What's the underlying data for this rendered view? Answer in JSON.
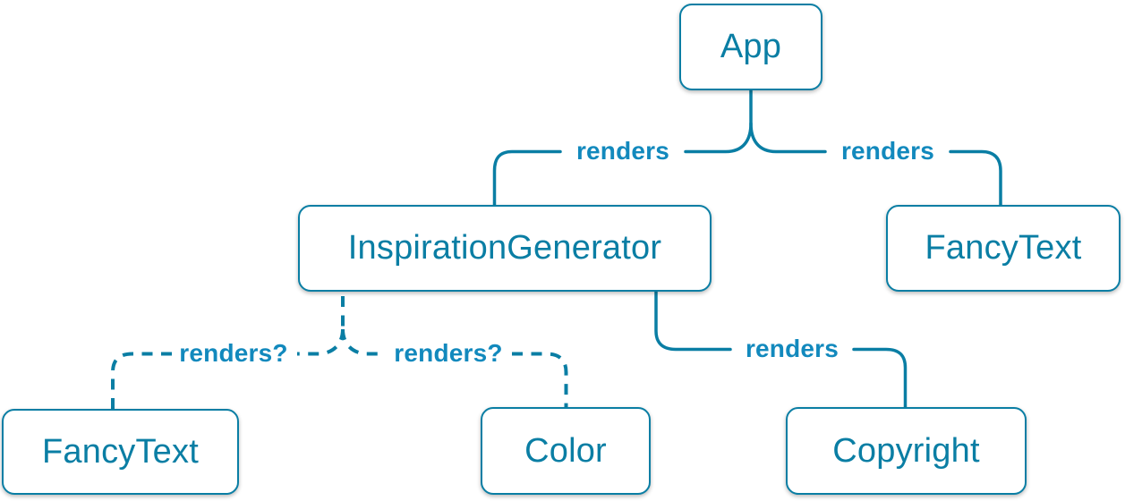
{
  "colors": {
    "primary": "#0a7ea4",
    "label": "#1289bd",
    "node_fill": "#ffffff"
  },
  "nodes": [
    {
      "id": "app",
      "label": "App"
    },
    {
      "id": "inspiration-generator",
      "label": "InspirationGenerator"
    },
    {
      "id": "fancy-text-top",
      "label": "FancyText"
    },
    {
      "id": "fancy-text-bottom",
      "label": "FancyText"
    },
    {
      "id": "color",
      "label": "Color"
    },
    {
      "id": "copyright",
      "label": "Copyright"
    }
  ],
  "edges": [
    {
      "from": "App",
      "to": "InspirationGenerator",
      "label": "renders",
      "style": "solid"
    },
    {
      "from": "App",
      "to": "FancyText",
      "label": "renders",
      "style": "solid"
    },
    {
      "from": "InspirationGenerator",
      "to": "Copyright",
      "label": "renders",
      "style": "solid"
    },
    {
      "from": "InspirationGenerator",
      "to": "FancyText",
      "label": "renders?",
      "style": "dashed"
    },
    {
      "from": "InspirationGenerator",
      "to": "Color",
      "label": "renders?",
      "style": "dashed"
    }
  ]
}
